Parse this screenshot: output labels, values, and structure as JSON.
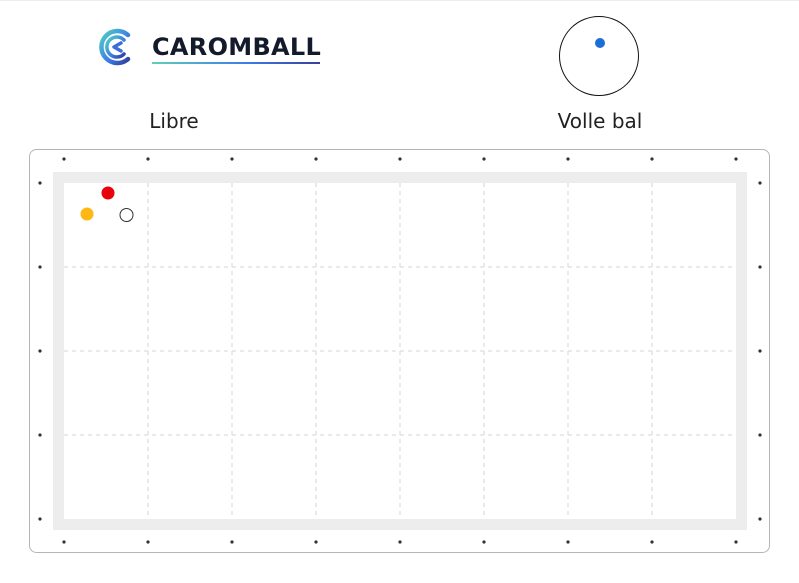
{
  "brand": {
    "name": "CAROMBALL",
    "logo_icon": "caromball-logo-icon"
  },
  "game": {
    "mode_label": "Libre"
  },
  "ball_selector": {
    "label": "Volle bal",
    "marker_color": "#1a6fd6"
  },
  "table": {
    "grid": {
      "columns": 8,
      "rows": 4
    },
    "balls": [
      {
        "name": "red-ball",
        "color": "#e8000b",
        "outline": false
      },
      {
        "name": "yellow-ball",
        "color": "#fdb813",
        "outline": false
      },
      {
        "name": "white-ball",
        "color": "#ffffff",
        "outline": true
      }
    ]
  }
}
